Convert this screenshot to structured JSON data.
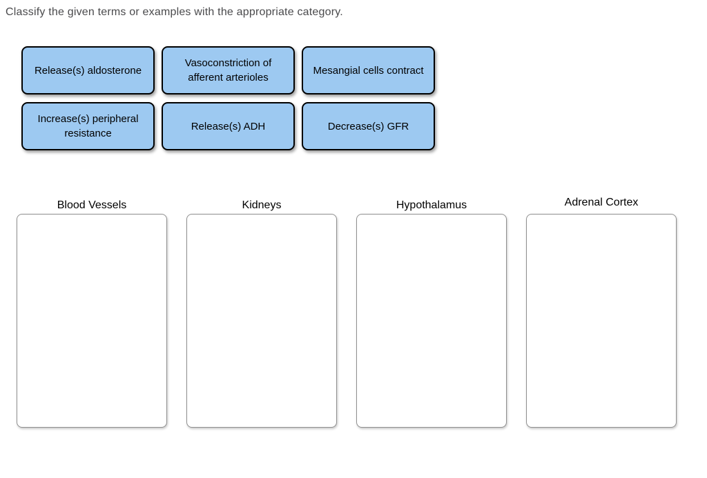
{
  "instruction": "Classify the given terms or examples with the appropriate category.",
  "chips": [
    {
      "label": "Release(s) aldosterone"
    },
    {
      "label": "Vasoconstriction of afferent arterioles"
    },
    {
      "label": "Mesangial cells contract"
    },
    {
      "label": "Increase(s) peripheral resistance"
    },
    {
      "label": "Release(s) ADH"
    },
    {
      "label": "Decrease(s) GFR"
    }
  ],
  "categories": [
    {
      "label": "Blood Vessels"
    },
    {
      "label": "Kidneys"
    },
    {
      "label": "Hypothalamus"
    },
    {
      "label": "Adrenal Cortex"
    }
  ],
  "colors": {
    "chip_fill": "#9dc9f1",
    "chip_border": "#000000",
    "box_border": "#8f8f8f",
    "instruction_text": "#4a4a4c"
  }
}
